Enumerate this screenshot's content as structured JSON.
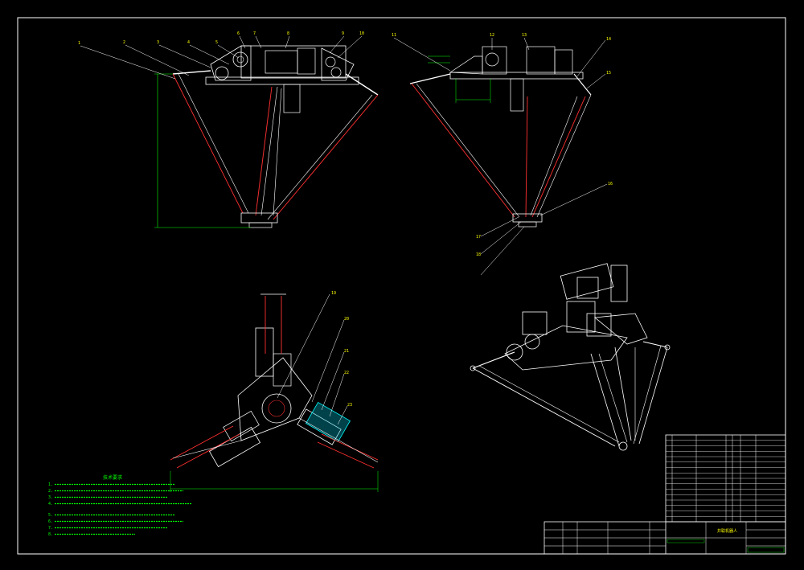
{
  "colors": {
    "background": "#000000",
    "frame": "#ffffff",
    "outline": "#ffffff",
    "rod": "#ff3030",
    "dimension": "#00ff00",
    "leader": "#ffffff",
    "label": "#ffff00",
    "highlight": "#00ffff"
  },
  "views": {
    "front": {
      "name": "front-view"
    },
    "side": {
      "name": "side-view"
    },
    "top": {
      "name": "top-view"
    },
    "iso": {
      "name": "isometric-view"
    }
  },
  "front_labels": [
    "1",
    "2",
    "3",
    "4",
    "5",
    "6",
    "7",
    "8",
    "9",
    "10"
  ],
  "side_labels": [
    "11",
    "12",
    "13",
    "14",
    "15",
    "16",
    "17",
    "18"
  ],
  "top_labels": [
    "19",
    "20",
    "21",
    "22",
    "23"
  ],
  "notes": {
    "title": "技术要求",
    "lines": [
      "1.",
      "2.",
      "3.",
      "4.",
      "5.",
      "6.",
      "7.",
      "8."
    ]
  },
  "title_block": {
    "label": "并联机器人"
  }
}
